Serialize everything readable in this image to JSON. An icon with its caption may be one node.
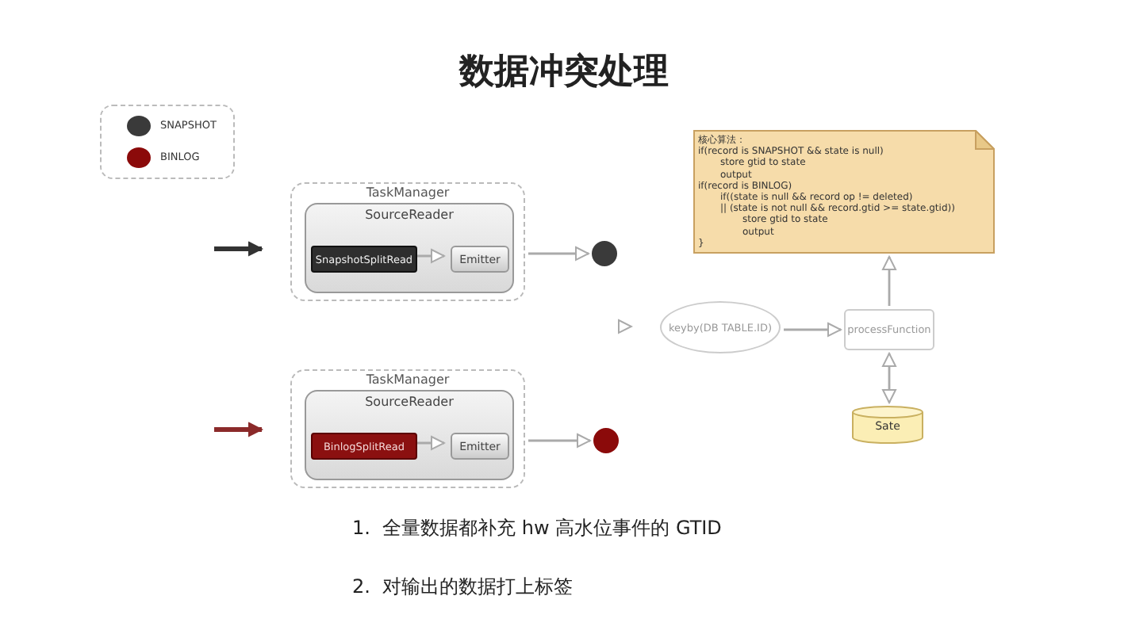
{
  "diagram": {
    "title": "数据冲突处理",
    "nodes": [
      {
        "text": [
          "TaskManager"
        ]
      },
      {
        "text": [
          "SourceReader"
        ],
        "in": 0
      },
      {
        "text": [
          "SnapshotSplitRead"
        ],
        "in": 1
      },
      {
        "text": [
          "Emitter"
        ],
        "in": 1
      },
      {
        "text": [],
        "shape": "circle"
      },
      {
        "text": [
          "TaskManager"
        ]
      },
      {
        "text": [
          "SourceReader"
        ],
        "in": 5
      },
      {
        "text": [
          "BinlogSplitRead"
        ],
        "in": 6
      },
      {
        "text": [
          "Emitter"
        ],
        "in": 6
      },
      {
        "text": [],
        "shape": "circle"
      },
      {
        "text": [
          "keyby(DB TABLE.ID)"
        ]
      },
      {
        "text": [
          "processFunction"
        ]
      },
      {
        "text": [
          "核心算法：",
          "if(record is SNAPSHOT && state is null)",
          "store gtid to state",
          "output",
          "if(record is BINLOG)",
          "if((state is null && record op != deleted)",
          "|| (state is not null && record.gtid >= state.gtid))",
          "store gtid to state",
          "output",
          "}"
        ]
      },
      {
        "text": [
          "Sate"
        ]
      }
    ],
    "edges": [
      {
        "from": null,
        "to": 0,
        "arrow": "to",
        "style": "thick",
        "color": "#333333"
      },
      {
        "from": 2,
        "to": 3,
        "arrow": "to"
      },
      {
        "from": 0,
        "to": 4,
        "arrow": "to"
      },
      {
        "from": null,
        "to": 5,
        "arrow": "to",
        "style": "thick",
        "color": "#8b2a2a"
      },
      {
        "from": 7,
        "to": 8,
        "arrow": "to"
      },
      {
        "from": 5,
        "to": 9,
        "arrow": "to"
      },
      {
        "from": null,
        "to": 10,
        "arrow": "to"
      },
      {
        "from": 10,
        "to": 11,
        "arrow": "to"
      },
      {
        "from": 11,
        "to": 12,
        "arrow": "to"
      },
      {
        "from": 11,
        "to": 13,
        "arrow": "both"
      }
    ],
    "labels": [
      "1.  全量数据都补充 hw 高水位事件的 GTID",
      "2.  对输出的数据打上标签"
    ],
    "legend": [
      {
        "text": "SNAPSHOT",
        "color": "#3a3a3a"
      },
      {
        "text": "BINLOG",
        "color": "#8b0a0a"
      }
    ]
  }
}
